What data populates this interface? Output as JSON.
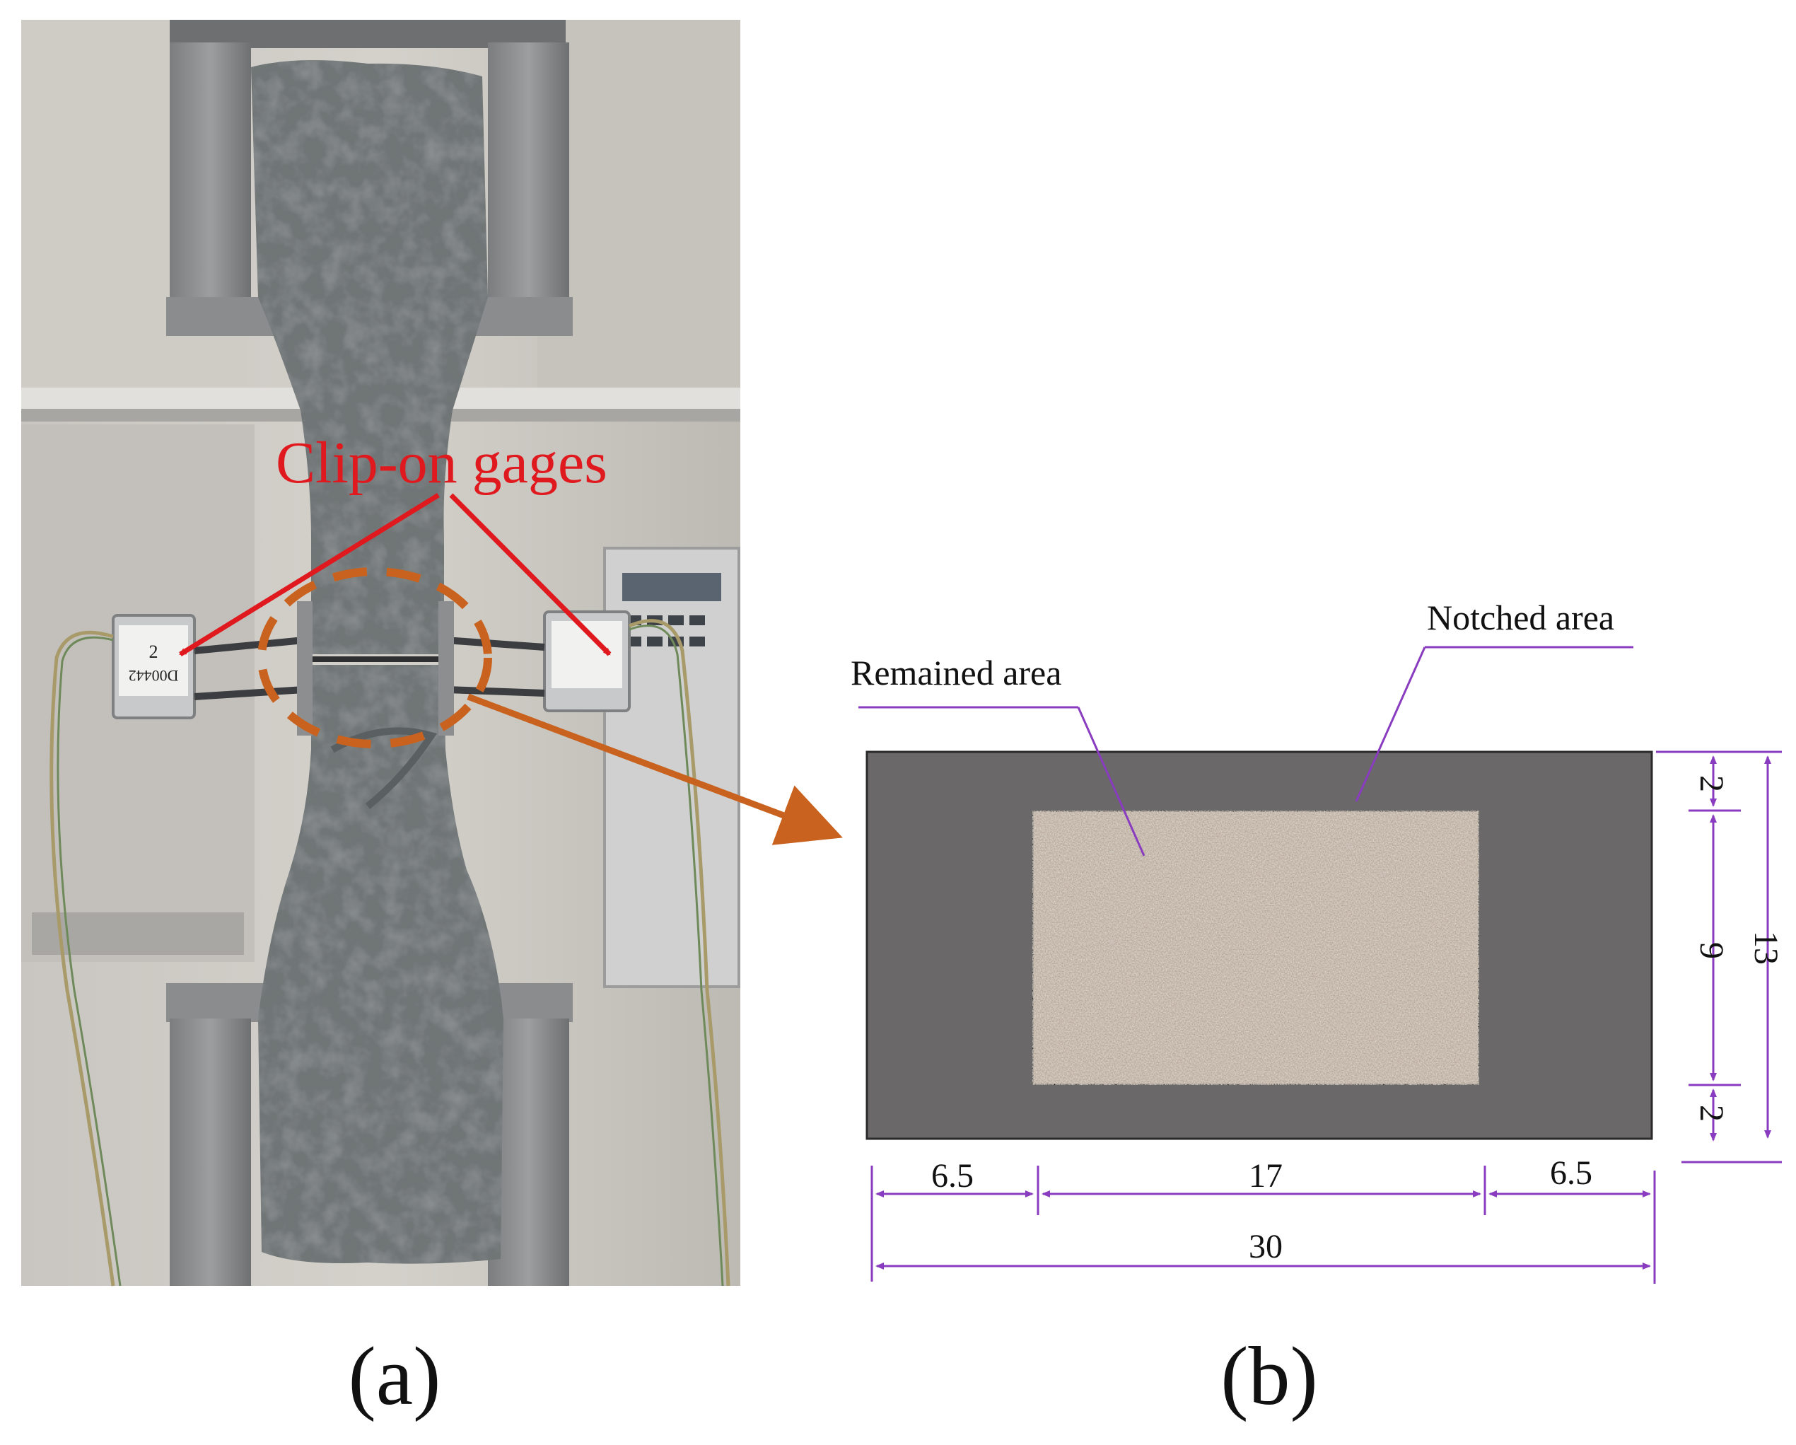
{
  "panel_a": {
    "annotation": "Clip-on gages",
    "gage_tag_lines": [
      "2",
      "D00442"
    ],
    "caption": "(a)"
  },
  "panel_b": {
    "labels": {
      "remained_area": "Remained  area",
      "notched_area": "Notched area"
    },
    "dimensions": {
      "left_notch": "6.5",
      "remained_width": "17",
      "right_notch": "6.5",
      "total_width": "30",
      "top_notch": "2",
      "remained_height": "9",
      "bottom_notch": "2",
      "total_height": "13"
    },
    "caption": "(b)"
  },
  "colors": {
    "annotation_red": "#e0191f",
    "arrow_orange": "#c8621e",
    "dimension_purple": "#8a3cc0",
    "notched_gray": "#6b6869",
    "remained_tan": "#b5a595"
  }
}
